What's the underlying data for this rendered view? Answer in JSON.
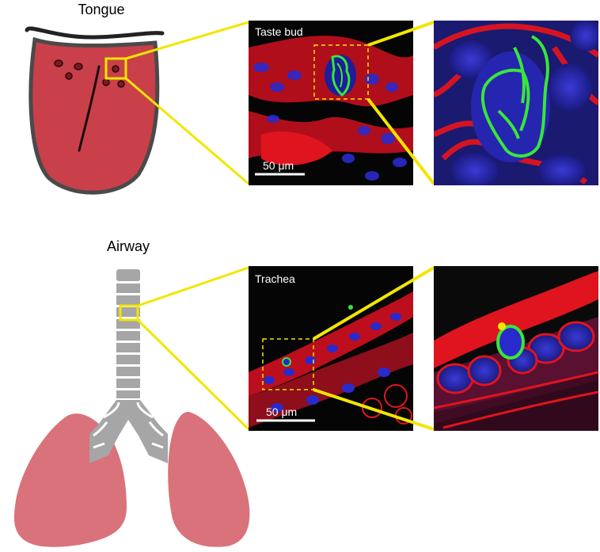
{
  "sections": {
    "tongue_title": "Tongue",
    "airway_title": "Airway"
  },
  "panels": {
    "taste_bud_label": "Taste bud",
    "trachea_label": "Trachea",
    "scale_top": "50 μm",
    "scale_bottom": "50 μm"
  },
  "colors": {
    "highlight": "#f2e600",
    "tongue_fill": "#c9404a",
    "lung_fill": "#d9727a",
    "airway_gray": "#a6a6a6",
    "stain_red": "#e0141e",
    "stain_blue": "#2a2acc",
    "stain_green": "#39e639"
  }
}
